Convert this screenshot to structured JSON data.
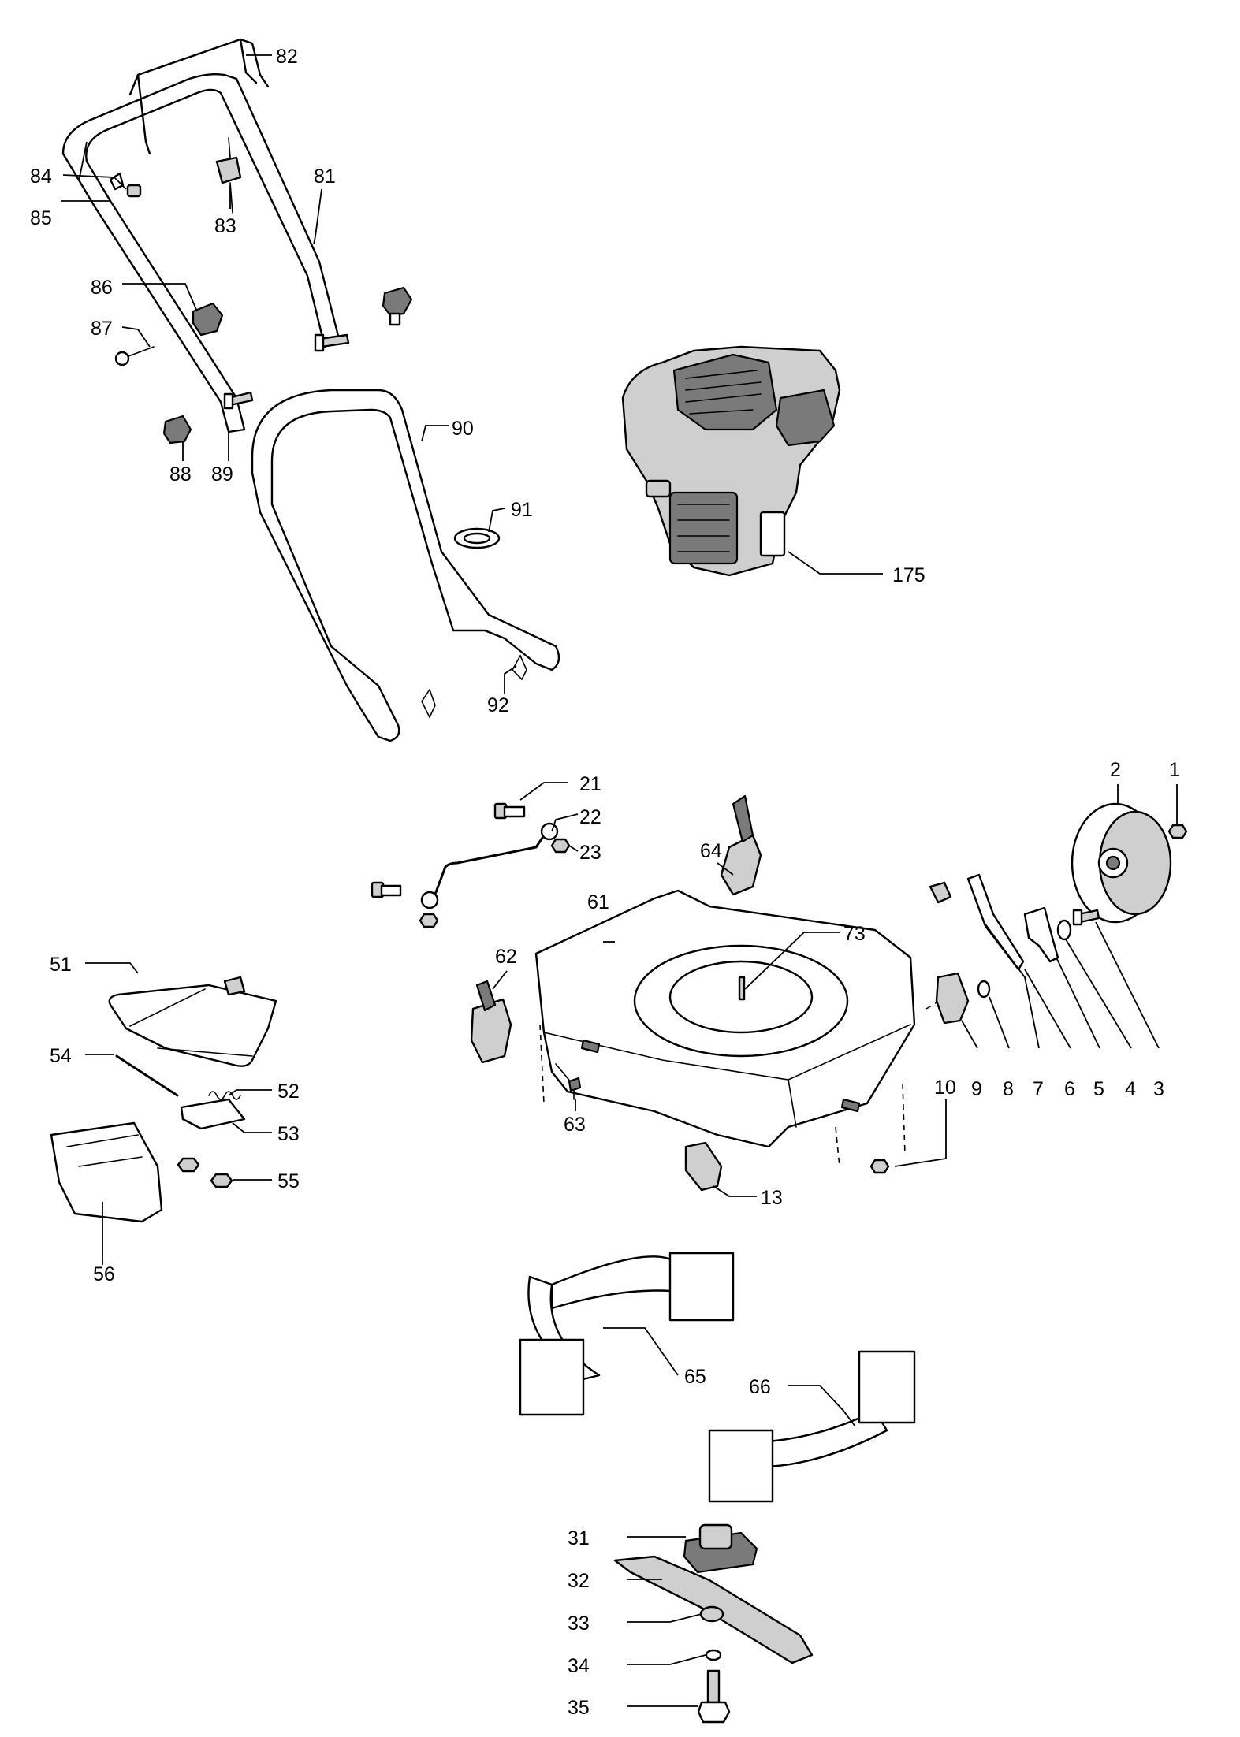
{
  "callouts": [
    {
      "id": "c82",
      "label": "82"
    },
    {
      "id": "c84",
      "label": "84"
    },
    {
      "id": "c81",
      "label": "81"
    },
    {
      "id": "c85",
      "label": "85"
    },
    {
      "id": "c83",
      "label": "83"
    },
    {
      "id": "c86",
      "label": "86"
    },
    {
      "id": "c87",
      "label": "87"
    },
    {
      "id": "c90",
      "label": "90"
    },
    {
      "id": "c88",
      "label": "88"
    },
    {
      "id": "c89",
      "label": "89"
    },
    {
      "id": "c91",
      "label": "91"
    },
    {
      "id": "c175",
      "label": "175"
    },
    {
      "id": "c92",
      "label": "92"
    },
    {
      "id": "c21",
      "label": "21"
    },
    {
      "id": "c2",
      "label": "2"
    },
    {
      "id": "c1",
      "label": "1"
    },
    {
      "id": "c22",
      "label": "22"
    },
    {
      "id": "c23",
      "label": "23"
    },
    {
      "id": "c64",
      "label": "64"
    },
    {
      "id": "c61",
      "label": "61"
    },
    {
      "id": "c73",
      "label": "73"
    },
    {
      "id": "c51",
      "label": "51"
    },
    {
      "id": "c62",
      "label": "62"
    },
    {
      "id": "c54",
      "label": "54"
    },
    {
      "id": "c52",
      "label": "52"
    },
    {
      "id": "c10",
      "label": "10"
    },
    {
      "id": "c9",
      "label": "9"
    },
    {
      "id": "c8",
      "label": "8"
    },
    {
      "id": "c7",
      "label": "7"
    },
    {
      "id": "c6",
      "label": "6"
    },
    {
      "id": "c5",
      "label": "5"
    },
    {
      "id": "c4",
      "label": "4"
    },
    {
      "id": "c3",
      "label": "3"
    },
    {
      "id": "c63",
      "label": "63"
    },
    {
      "id": "c53",
      "label": "53"
    },
    {
      "id": "c55",
      "label": "55"
    },
    {
      "id": "c13",
      "label": "13"
    },
    {
      "id": "c56",
      "label": "56"
    },
    {
      "id": "c65",
      "label": "65"
    },
    {
      "id": "c66",
      "label": "66"
    },
    {
      "id": "c31",
      "label": "31"
    },
    {
      "id": "c32",
      "label": "32"
    },
    {
      "id": "c33",
      "label": "33"
    },
    {
      "id": "c34",
      "label": "34"
    },
    {
      "id": "c35",
      "label": "35"
    }
  ]
}
